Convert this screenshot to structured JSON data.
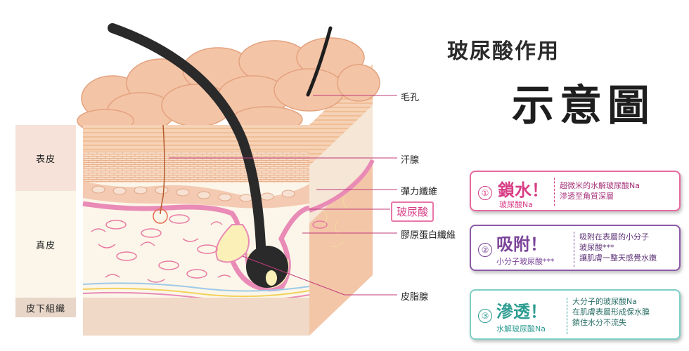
{
  "layer_labels": {
    "epidermis": "表皮",
    "dermis": "真皮",
    "hypodermis": "皮下組織"
  },
  "callouts": {
    "pore": "毛孔",
    "sweat_gland": "汗腺",
    "elastic_fiber": "彈力纖維",
    "hyaluronic_acid": "玻尿酸",
    "collagen_fiber": "膠原蛋白纖維",
    "sebaceous_gland": "皮脂腺"
  },
  "title": {
    "line1": "玻尿酸作用",
    "line2": "示意圖"
  },
  "cards": [
    {
      "number": "①",
      "headline": "鎖水！",
      "subline": "玻尿酸Na",
      "description": "超微米的水解玻尿酸Na\n滲透至角質深層",
      "color": "#d83e86"
    },
    {
      "number": "②",
      "headline": "吸附！",
      "subline": "小分子玻尿酸***",
      "description": "吸附在表層的小分子\n玻尿酸***\n讓肌膚一整天感覺水嫩",
      "color": "#7b4499"
    },
    {
      "number": "③",
      "headline": "滲透！",
      "subline": "水解玻尿酸Na",
      "description": "大分子的玻尿酸Na\n在肌膚表層形成保水膜\n鎖住水分不流失",
      "color": "#2e9d92"
    }
  ],
  "icons": {
    "hair": "hair-strand-icon",
    "hair_bulb": "hair-bulb-icon"
  }
}
